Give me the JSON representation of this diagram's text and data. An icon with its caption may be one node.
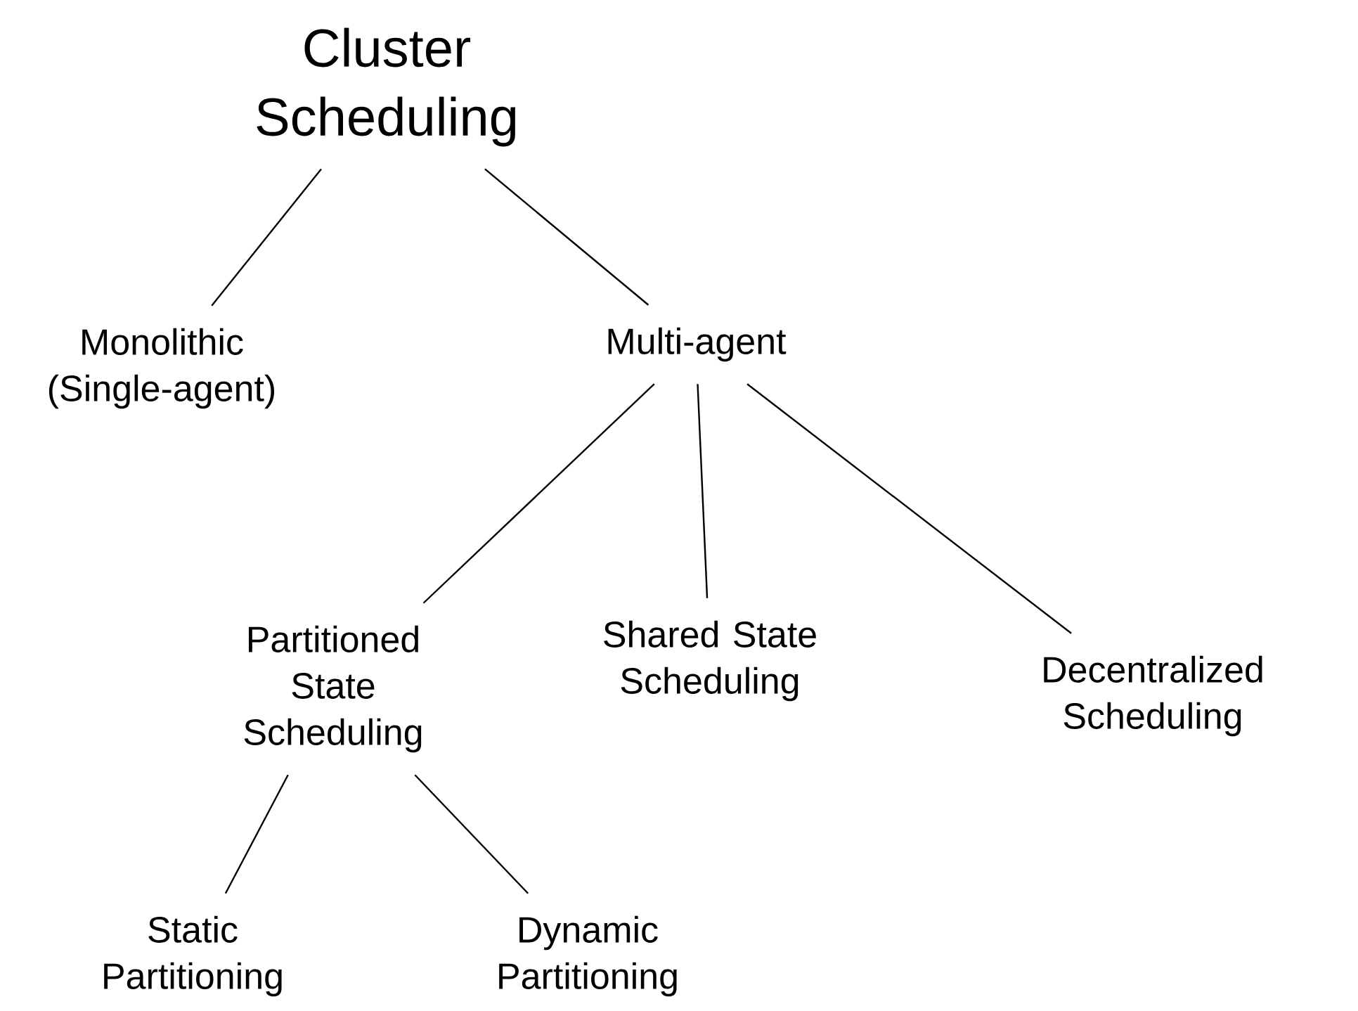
{
  "diagram": {
    "nodes": [
      {
        "text": [
          "Cluster Scheduling"
        ]
      },
      {
        "text": [
          "Monolithic (Single-agent)"
        ]
      },
      {
        "text": [
          "Multi-agent"
        ]
      },
      {
        "text": [
          "Partitioned State Scheduling"
        ]
      },
      {
        "text": [
          "Shared State Scheduling"
        ]
      },
      {
        "text": [
          "Decentralized Scheduling"
        ]
      },
      {
        "text": [
          "Static Partitioning"
        ]
      },
      {
        "text": [
          "Dynamic Partitioning"
        ]
      }
    ],
    "edges": [
      {
        "from": 0,
        "to": 1,
        "arrow": "none"
      },
      {
        "from": 0,
        "to": 2,
        "arrow": "none"
      },
      {
        "from": 2,
        "to": 3,
        "arrow": "none"
      },
      {
        "from": 2,
        "to": 4,
        "arrow": "none"
      },
      {
        "from": 2,
        "to": 5,
        "arrow": "none"
      },
      {
        "from": 3,
        "to": 6,
        "arrow": "none"
      },
      {
        "from": 3,
        "to": 7,
        "arrow": "none"
      }
    ]
  }
}
